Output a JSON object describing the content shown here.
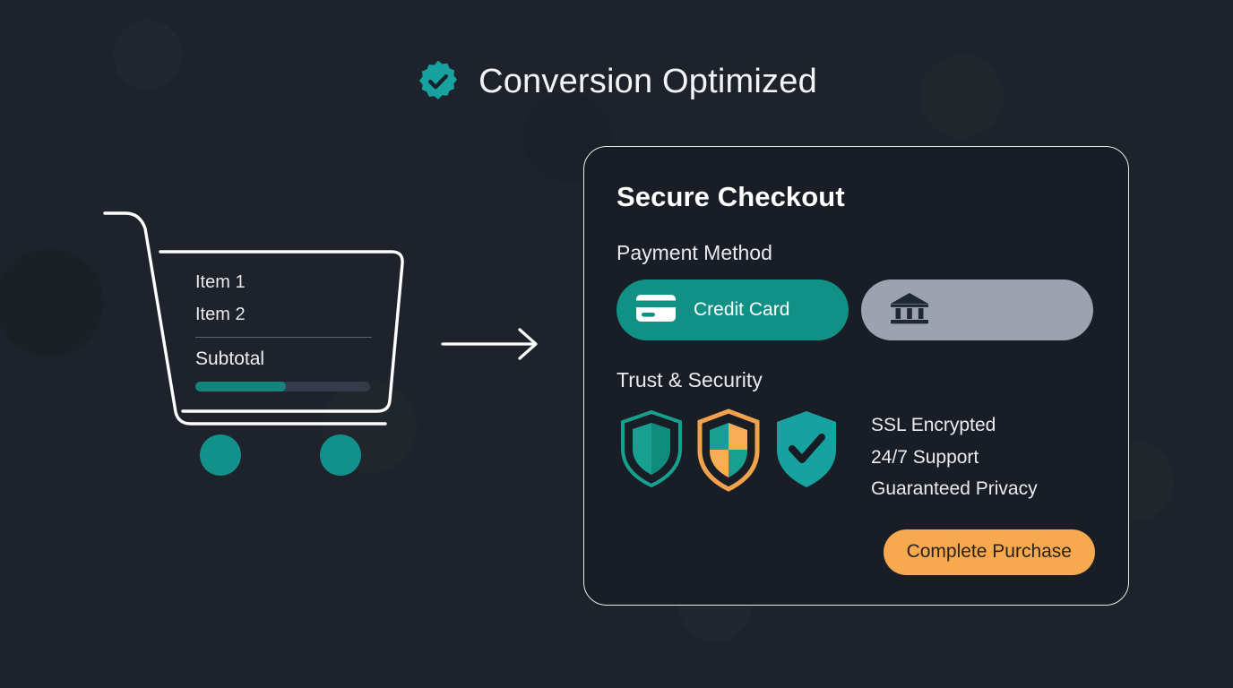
{
  "header": {
    "title": "Conversion Optimized",
    "badge_icon": "verified-check-badge-icon",
    "badge_color": "#17a2a0"
  },
  "cart": {
    "icon": "shopping-cart-icon",
    "items": [
      {
        "label": "Item 1"
      },
      {
        "label": "Item 2"
      }
    ],
    "subtotal_label": "Subtotal",
    "progress": {
      "percent": 52,
      "fill_color": "#13847c",
      "track_color": "#333c48"
    },
    "wheel_color": "#12918a",
    "outline_color": "#ffffff"
  },
  "flow": {
    "arrow_icon": "right-arrow-icon",
    "arrow_color": "#ffffff"
  },
  "checkout": {
    "title": "Secure Checkout",
    "payment_method": {
      "label": "Payment Method",
      "options": [
        {
          "label": "Credit Card",
          "icon": "credit-card-icon",
          "selected": true,
          "color": "#119186"
        },
        {
          "label": "",
          "icon": "bank-icon",
          "selected": false,
          "color": "#9ca3af"
        }
      ]
    },
    "trust": {
      "label": "Trust & Security",
      "badges": [
        {
          "icon": "shield-outline-icon",
          "color": "#17a08f"
        },
        {
          "icon": "shield-quadrant-icon",
          "color": "#f2a24c"
        },
        {
          "icon": "shield-check-icon",
          "color": "#17a2a0"
        }
      ],
      "items": [
        {
          "label": "SSL Encrypted"
        },
        {
          "label": "24/7 Support"
        },
        {
          "label": "Guaranteed Privacy"
        }
      ]
    },
    "cta": {
      "label": "Complete Purchase",
      "color": "#f7a94f",
      "text_color": "#2b2318"
    },
    "border_color": "#e9ecef"
  },
  "theme": {
    "background": "#1e232b",
    "card_background": "#191d25",
    "accent_teal": "#17a2a0",
    "accent_orange": "#f7a94f",
    "text_primary": "#ffffff",
    "text_secondary": "#e7eaee"
  }
}
